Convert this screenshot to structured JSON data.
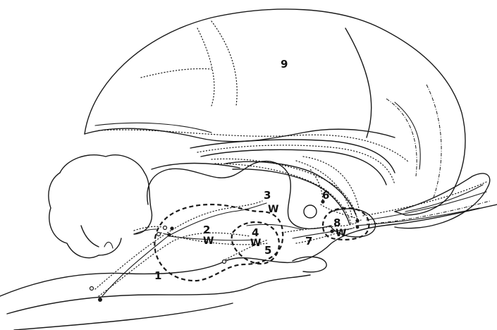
{
  "figure": {
    "region_labels": [
      "1",
      "2",
      "3",
      "4",
      "5",
      "6",
      "7",
      "8",
      "9"
    ],
    "marker_label": "W"
  },
  "colors": {
    "ink": "#1a1a1a",
    "background": "#ffffff"
  }
}
